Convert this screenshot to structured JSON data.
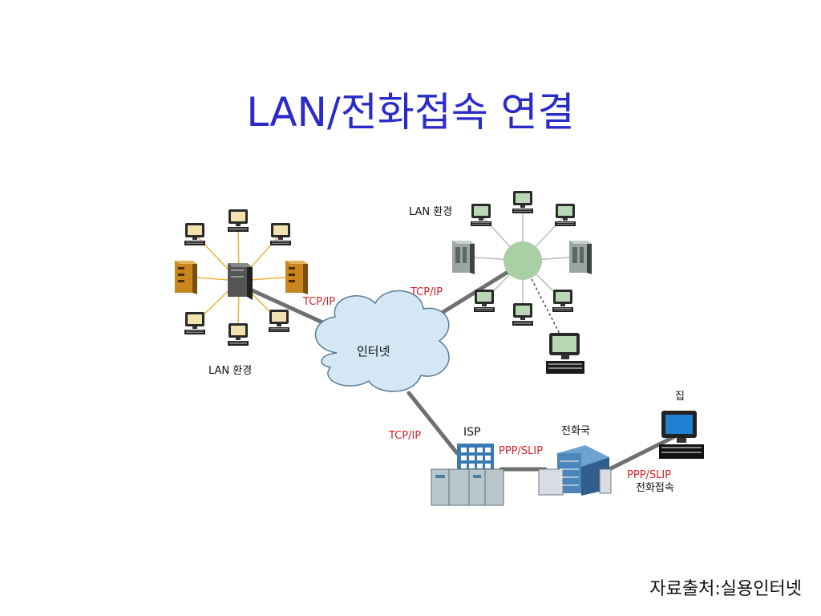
{
  "title": "LAN/전화접속 연결",
  "source": "자료출처:실용인터넷",
  "labels": {
    "lan_left": "LAN 환경",
    "lan_right": "LAN 환경",
    "internet": "인터넷",
    "tcpip_left": "TCP/IP",
    "tcpip_right": "TCP/IP",
    "tcpip_bottom": "TCP/IP",
    "isp": "ISP",
    "phone_office": "전화국",
    "ppp_slip_1": "PPP/SLIP",
    "ppp_slip_2": "PPP/SLIP",
    "dialup": "전화접속",
    "home": "집"
  },
  "colors": {
    "title": "#2b2bc8",
    "protocol": "#d2232a",
    "cloud": "#d3e7f4",
    "hub": "#a8d0a4"
  }
}
